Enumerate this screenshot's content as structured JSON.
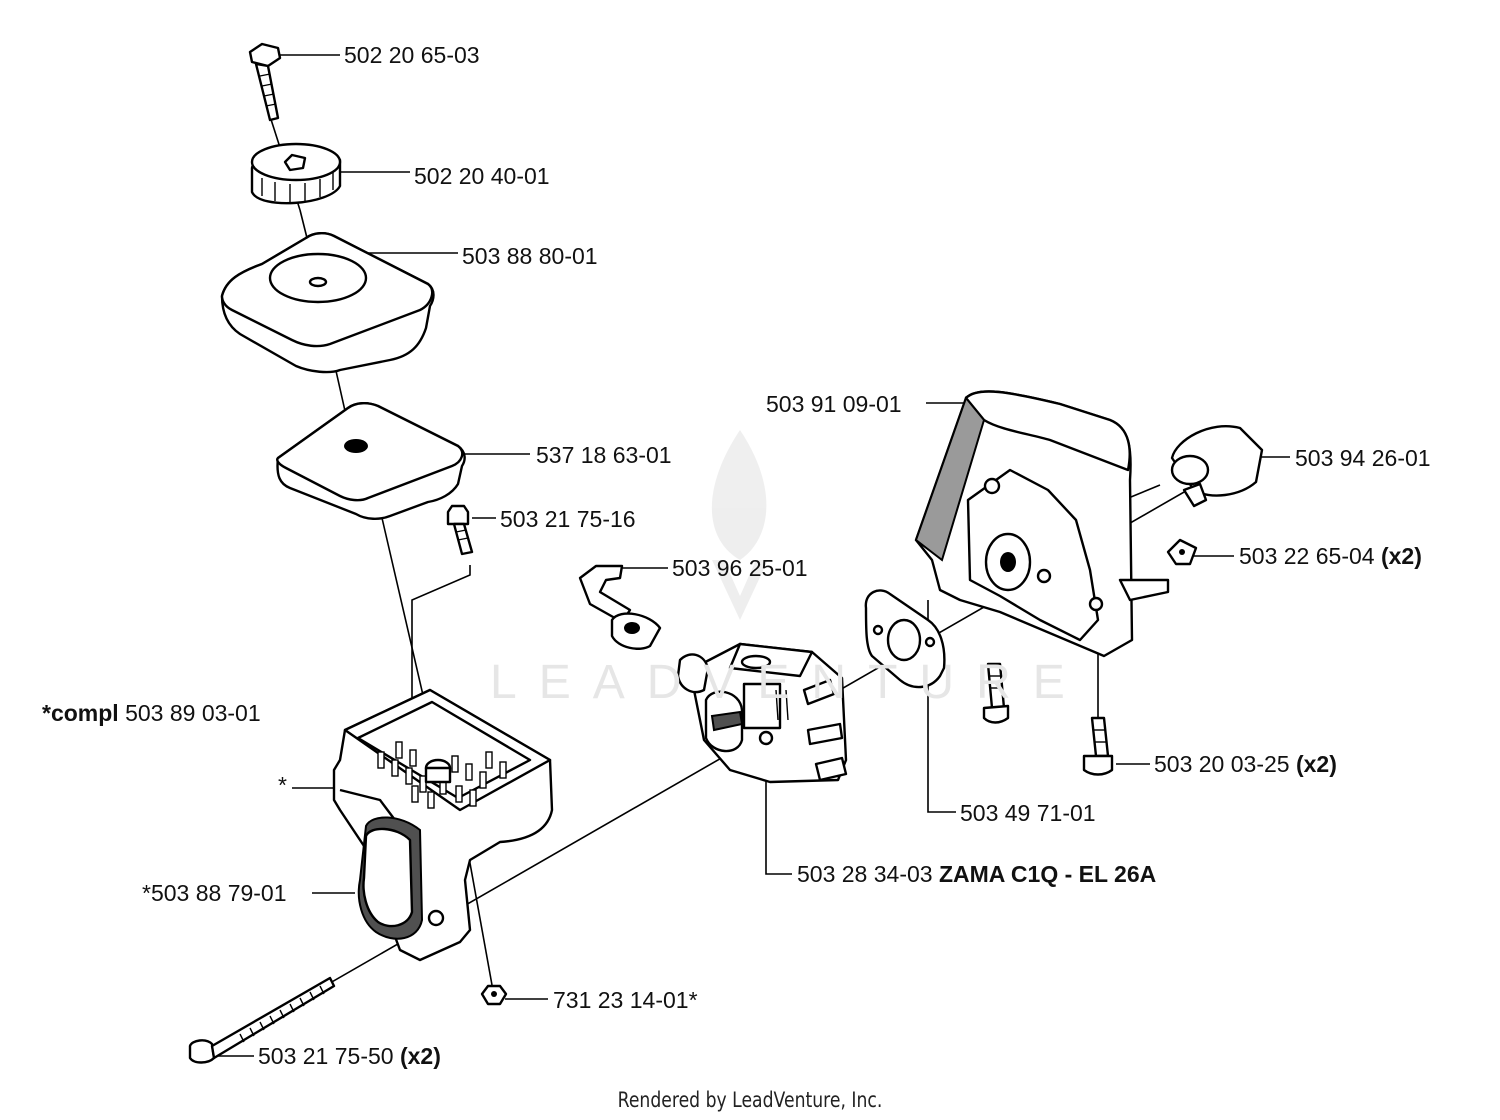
{
  "watermark": {
    "text": "LEADVENTURE"
  },
  "footer": "Rendered by LeadVenture, Inc.",
  "callouts": {
    "bolt": "502 20 65-03",
    "knob": "502 20 40-01",
    "filter_cover": "503 88 80-01",
    "filter": "537 18 63-01",
    "screw_small": "503 21 75-16",
    "fuel_hose": "503 96 25-01",
    "housing_compl_prefix": "*compl",
    "housing_compl": "503 89 03-01",
    "housing_star": "*",
    "button": "*503 88 79-01",
    "nut": "731 23 14-01*",
    "long_screw": "503 21 75-50",
    "long_screw_qty": "(x2)",
    "carburetor": "503 28 34-03",
    "carburetor_model": "ZAMA C1Q - EL 26A",
    "gasket": "503 49 71-01",
    "intake": "503 91 09-01",
    "sleeve": "503 94 26-01",
    "washer": "503 22 65-04",
    "washer_qty": "(x2)",
    "screw_med": "503 20 03-25",
    "screw_med_qty": "(x2)"
  }
}
